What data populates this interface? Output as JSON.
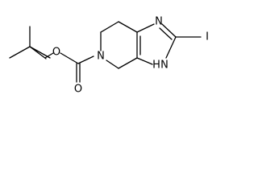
{
  "structure": {
    "atoms": {
      "oxygen_ester": "O",
      "oxygen_carbonyl": "O",
      "nitrogen_ring": "N",
      "nitrogen_imine": "N",
      "nitrogen_nh": "N",
      "hydrogen_nh": "H",
      "iodine": "I"
    }
  }
}
